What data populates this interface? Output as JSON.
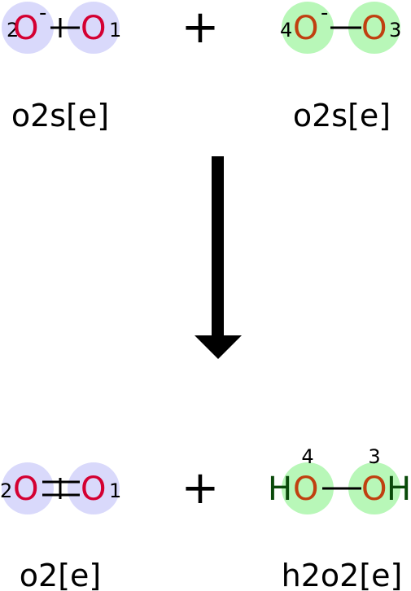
{
  "colors": {
    "mol_a_highlight": "#d9d9fb",
    "mol_b_highlight": "#b8f7b8",
    "mol_a_atom": "#d40032",
    "mol_b_atom": "#c04010",
    "hydrogen": "#0a4a0a",
    "bond": "#000000"
  },
  "reactants": [
    {
      "label": "o2s[e]",
      "atoms": [
        {
          "element": "O",
          "index": "2",
          "charge": "-"
        },
        {
          "element": "O",
          "index": "1"
        }
      ],
      "bond_order": 1
    },
    {
      "label": "o2s[e]",
      "atoms": [
        {
          "element": "O",
          "index": "4",
          "charge": "-"
        },
        {
          "element": "O",
          "index": "3"
        }
      ],
      "bond_order": 1
    }
  ],
  "products": [
    {
      "label": "o2[e]",
      "atoms": [
        {
          "element": "O",
          "index": "2"
        },
        {
          "element": "O",
          "index": "1"
        }
      ],
      "bond_order": 2
    },
    {
      "label": "h2o2[e]",
      "atoms": [
        {
          "element": "H"
        },
        {
          "element": "O",
          "index": "4"
        },
        {
          "element": "O",
          "index": "3"
        },
        {
          "element": "H"
        }
      ],
      "bond_order": 1
    }
  ],
  "operators": {
    "plus": "+",
    "arrow": "reaction-arrow-down"
  }
}
